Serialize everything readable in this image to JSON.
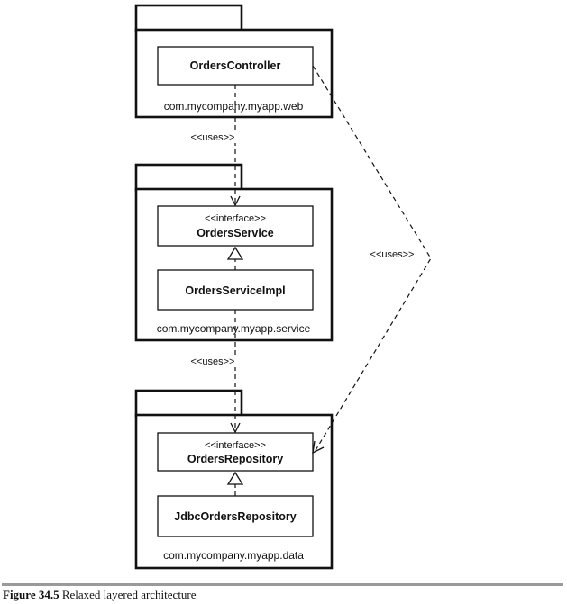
{
  "packages": [
    {
      "id": "web",
      "name": "com.mycompany.myapp.web",
      "classes": [
        {
          "name": "OrdersController",
          "stereotype": ""
        }
      ]
    },
    {
      "id": "service",
      "name": "com.mycompany.myapp.service",
      "classes": [
        {
          "name": "OrdersService",
          "stereotype": "<<interface>>"
        },
        {
          "name": "OrdersServiceImpl",
          "stereotype": ""
        }
      ]
    },
    {
      "id": "data",
      "name": "com.mycompany.myapp.data",
      "classes": [
        {
          "name": "OrdersRepository",
          "stereotype": "<<interface>>"
        },
        {
          "name": "JdbcOrdersRepository",
          "stereotype": ""
        }
      ]
    }
  ],
  "dependencies": [
    {
      "from": "OrdersController",
      "to": "OrdersService",
      "label": "<<uses>>"
    },
    {
      "from": "OrdersServiceImpl",
      "to": "OrdersRepository",
      "label": "<<uses>>"
    },
    {
      "from": "OrdersController",
      "to": "OrdersRepository",
      "label": "<<uses>>"
    }
  ],
  "realizations": [
    {
      "from": "OrdersServiceImpl",
      "to": "OrdersService"
    },
    {
      "from": "JdbcOrdersRepository",
      "to": "OrdersRepository"
    }
  ],
  "caption": {
    "label": "Figure 34.5",
    "text": "Relaxed layered architecture"
  }
}
